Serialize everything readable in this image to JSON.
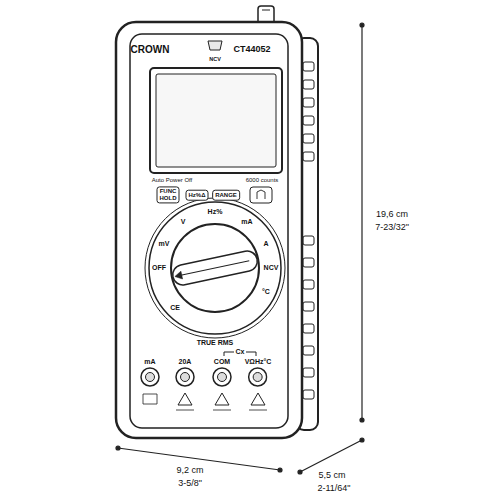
{
  "diagram": {
    "nodes": [
      {
        "text": [
          "FUNC HOLD"
        ]
      },
      {
        "text": [
          "Hz%Δ"
        ]
      },
      {
        "text": [
          "RANGE"
        ]
      },
      {
        "text": [
          "mA"
        ]
      },
      {
        "text": [
          "20A"
        ]
      },
      {
        "text": [
          "COM"
        ]
      },
      {
        "text": [
          "VΩHz°C"
        ]
      }
    ],
    "labels": [
      "CROWN",
      "CT44052",
      "NCV",
      "Auto Power Off",
      "6000 counts",
      "OFF",
      "mV",
      "V",
      "Hz%",
      "mA",
      "A",
      "NCV",
      "°C",
      "CE",
      "TRUE RMS",
      "Cx",
      "19,6 cm",
      "7-23/32\"",
      "9,2 cm",
      "3-5/8\"",
      "5,5 cm",
      "2-11/64\""
    ]
  }
}
